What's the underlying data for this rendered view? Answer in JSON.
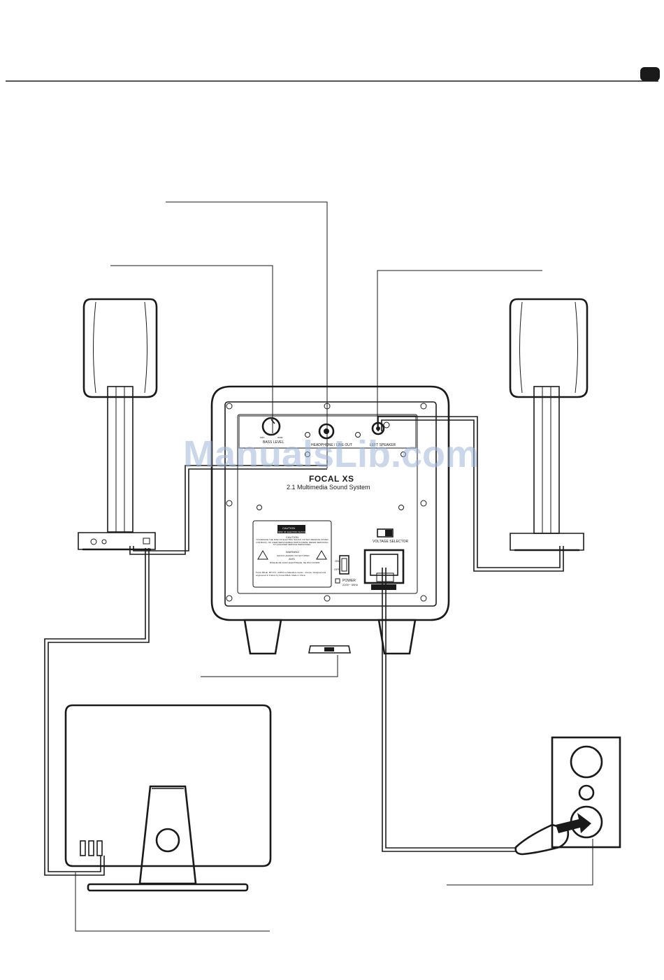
{
  "subwoofer": {
    "brand": "FOCAL XS",
    "subtitle": "2.1 Multimedia Sound System",
    "knob_label": "BASS LEVEL",
    "knob_min": "min",
    "knob_max": "max",
    "headphone_label": "HEADPHONE / LINE OUT",
    "left_speaker_label": "LEFT SPEAKER",
    "voltage_label": "VOLTAGE SELECTOR",
    "power_on": "ON",
    "power_off": "OFF",
    "power_label": "POWER",
    "power_spec": "220V~ 50Hz",
    "caution_title": "CAUTION",
    "caution_sub": "RISK OF ELECTRIC SHOCK DO NOT OPEN",
    "caution_heading": "CAUTION",
    "caution_text": "TO REDUCE THE RISK OF ELECTRIC SHOCK, DO NOT REMOVE COVER (OR BACK). NO USER-SERVICEABLE PARTS INSIDE. REFER SERVICING TO QUALIFIED SERVICE PERSONNEL.",
    "warning_title": "WARNING",
    "warning_text": "SHOCK HAZARD. DO NOT OPEN.",
    "avis_title": "AVIS",
    "avis_text": "RISQUE DE CHOC ELECTRIQUE. NE PAS OUVRIR.",
    "maker_text": "Focal JMLab. BP 374 - 42353 La Talaudière Cedex - France. Designed and engineered in France by Focal-JMlab. Made in China."
  },
  "watermark": "ManualsLib.com"
}
